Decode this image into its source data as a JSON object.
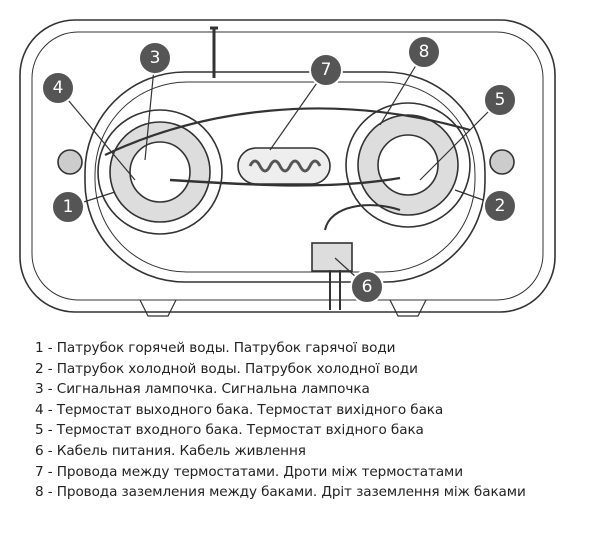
{
  "callouts": [
    "1",
    "2",
    "3",
    "4",
    "5",
    "6",
    "7",
    "8"
  ],
  "legend": [
    "1 - Патрубок горячей воды. Патрубок гарячої води",
    "2 - Патрубок холодной воды. Патрубок холодної води",
    "3 - Сигнальная лампочка. Сигнальна лампочка",
    "4 - Термостат выходного бака. Термостат вихідного бака",
    "5 - Термостат входного бака. Термостат вхідного бака",
    "6 - Кабель питания. Кабель живлення",
    "7 - Провода между термостатами. Дроти між термостатами",
    "8 - Провода заземления между баками. Дріт заземлення між баками"
  ],
  "colors": {
    "callout_fill": "#555555",
    "line": "#333333"
  }
}
